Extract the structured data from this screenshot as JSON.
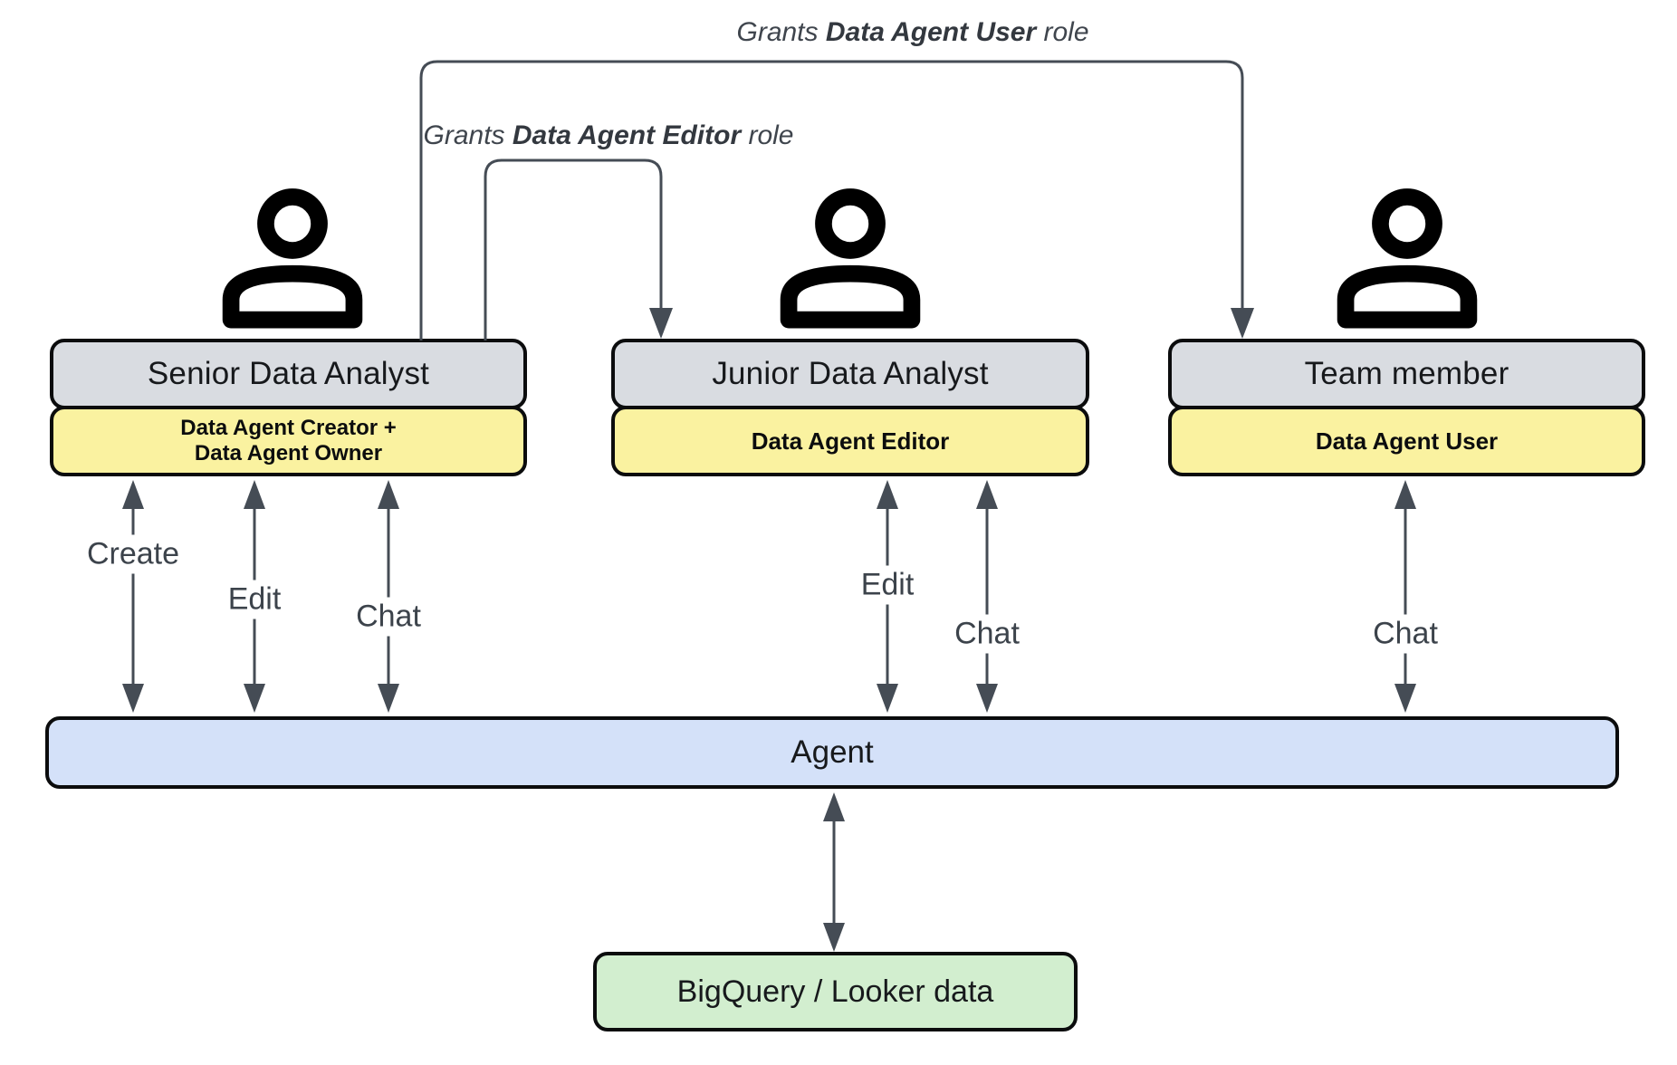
{
  "diagram": {
    "grants": [
      {
        "prefix": "Grants ",
        "bold": "Data Agent User",
        "suffix": " role"
      },
      {
        "prefix": "Grants ",
        "bold": "Data Agent Editor",
        "suffix": " role"
      }
    ],
    "actors": [
      {
        "title": "Senior Data Analyst",
        "role_line1": "Data Agent Creator +",
        "role_line2": "Data Agent Owner",
        "actions": [
          "Create",
          "Edit",
          "Chat"
        ]
      },
      {
        "title": "Junior Data Analyst",
        "role_line1": "Data Agent Editor",
        "actions": [
          "Edit",
          "Chat"
        ]
      },
      {
        "title": "Team member",
        "role_line1": "Data Agent User",
        "actions": [
          "Chat"
        ]
      }
    ],
    "agent": {
      "label": "Agent"
    },
    "datastore": {
      "label": "BigQuery / Looker data"
    },
    "colors": {
      "actor_fill": "#d9dce1",
      "role_fill": "#faf2a0",
      "agent_fill": "#d4e1f9",
      "datastore_fill": "#d2eecf",
      "border": "#0b0c0d",
      "arrow": "#454c55"
    }
  }
}
